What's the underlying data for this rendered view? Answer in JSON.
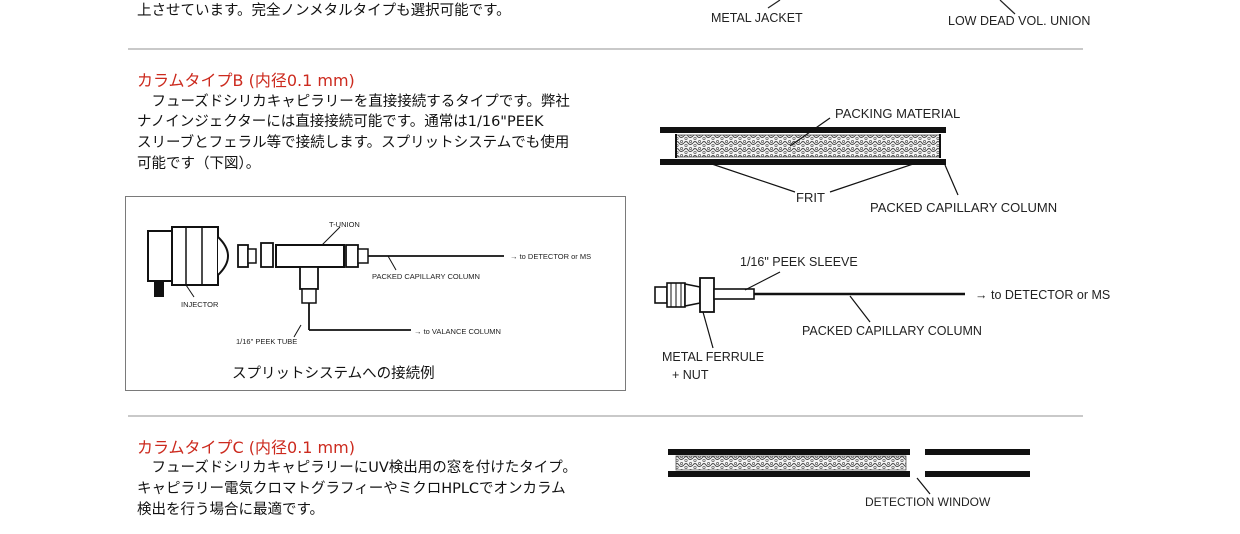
{
  "top": {
    "text_line": "上させています。完全ノンメタルタイプも選択可能です。",
    "label_metal_jacket": "METAL JACKET",
    "label_low_dead_union": "LOW DEAD VOL. UNION"
  },
  "section_b": {
    "heading": "カラムタイプB (内径0.1 mm)",
    "lines": [
      "　フューズドシリカキャピラリーを直接接続するタイプです。弊社",
      "ナノインジェクターには直接接続可能です。通常は1/16\"PEEK",
      "スリーブとフェラル等で接続します。スプリットシステムでも使用",
      "可能です（下図）。"
    ],
    "split_diagram": {
      "t_union": "T-UNION",
      "to_detector": "→ to DETECTOR or MS",
      "packed_column": "PACKED CAPILLARY COLUMN",
      "injector": "INJECTOR",
      "to_valance": "→ to VALANCE COLUMN",
      "peek_tube": "1/16\" PEEK TUBE",
      "caption": "スプリットシステムへの接続例"
    },
    "column_diagram": {
      "packing_material": "PACKING MATERIAL",
      "frit": "FRIT",
      "packed_column": "PACKED CAPILLARY COLUMN"
    },
    "sleeve_diagram": {
      "peek_sleeve": "1/16\" PEEK SLEEVE",
      "to_detector": "→ to DETECTOR or MS",
      "packed_column": "PACKED CAPILLARY COLUMN",
      "ferrule": "METAL FERRULE",
      "nut": "+ NUT"
    }
  },
  "section_c": {
    "heading": "カラムタイプC (内径0.1 mm)",
    "lines": [
      "　フューズドシリカキャピラリーにUV検出用の窓を付けたタイプ。",
      "キャピラリー電気クロマトグラフィーやミクロHPLCでオンカラム",
      "検出を行う場合に最適です。"
    ],
    "detection_window": "DETECTION WINDOW"
  }
}
